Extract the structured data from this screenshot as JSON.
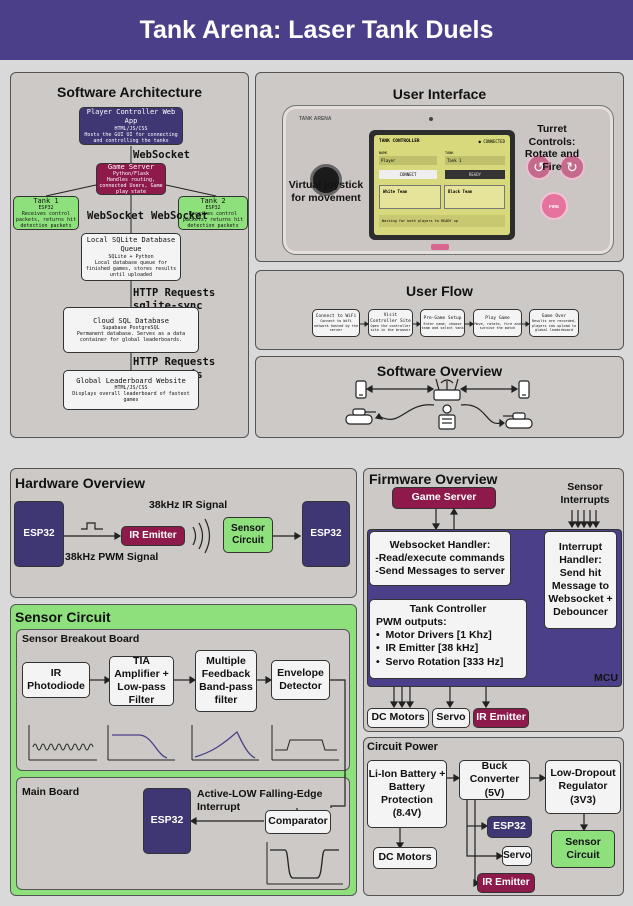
{
  "title": "Tank Arena:  Laser Tank Duels",
  "software_architecture": {
    "title": "Software Architecture",
    "player_app": {
      "name": "Player Controller Web App",
      "sub": "HTML/JS/CSS",
      "desc": "Hosts the GUI UI for connecting and controlling the tanks"
    },
    "websocket": "WebSocket",
    "game_server": {
      "name": "Game Server",
      "sub": "Python/Flask",
      "desc": "Handles routing, connected Users, Game play state"
    },
    "tank1": {
      "name": "Tank 1",
      "sub": "ESP32",
      "desc": "Receives control packets, returns hit detection packets"
    },
    "tank2": {
      "name": "Tank 2",
      "sub": "ESP32",
      "desc": "Receives control packets, returns hit detection packets"
    },
    "ws_left": "WebSocket",
    "ws_right": "WebSocket",
    "sqlite": {
      "name": "Local SQLite Database",
      "name2": "Queue",
      "sub": "SQLite + Python",
      "desc": "Local database queue for finished games, stores results until uploaded"
    },
    "http1": "HTTP Requests\nsqlite-sync",
    "cloud": {
      "name": "Cloud SQL Database",
      "sub": "Supabase PostgreSQL",
      "desc": "Permanent database. Serves as a data container for global leaderboards."
    },
    "http2": "HTTP Requests\nsupabase-js",
    "leaderboard": {
      "name": "Global Leaderboard Website",
      "sub": "HTML/JS/CSS",
      "desc": "Displays overall leaderboard of fastest games"
    }
  },
  "user_interface": {
    "title": "User Interface",
    "brand": "TANK ARENA",
    "screen_title": "TANK CONTROLLER",
    "screen_status": "● CONNECTED",
    "name_label": "NAME",
    "name_value": "Player",
    "tank_label": "TANK",
    "tank_value": "Tank 1",
    "connect": "CONNECT",
    "ready": "READY",
    "white_team": "White Team",
    "black_team": "Black Team",
    "status": "Waiting for both players to READY up",
    "joystick_label": "Virtual joystick for movement",
    "turret_label": "Turret Controls: Rotate and Fire",
    "fire": "FIRE"
  },
  "user_flow": {
    "title": "User Flow",
    "steps": [
      {
        "name": "Connect to WiFi",
        "desc": "Connect to WiFi network hosted by the server"
      },
      {
        "name": "Visit Controller Site",
        "desc": "Open the controller site in the browser"
      },
      {
        "name": "Pre-Game Setup",
        "desc": "Enter name, choose team and select tank"
      },
      {
        "name": "Play Game",
        "desc": "Move, rotate, fire and survive the match"
      },
      {
        "name": "Game Over",
        "desc": "Results are recorded, players can upload to global leaderboard"
      }
    ]
  },
  "software_overview": {
    "title": "Software Overview"
  },
  "hardware_overview": {
    "title": "Hardware Overview",
    "esp_left": "ESP32",
    "ir_emitter": "IR Emitter",
    "sensor_circuit": "Sensor Circuit",
    "esp_right": "ESP32",
    "ir_signal": "38kHz IR Signal",
    "pwm_signal": "38kHz PWM Signal"
  },
  "sensor_circuit": {
    "title": "Sensor Circuit",
    "breakout_title": "Sensor Breakout Board",
    "photodiode": "IR Photodiode",
    "tia": "TIA Amplifier + Low-pass Filter",
    "bandpass": "Multiple Feedback Band-pass filter",
    "envelope": "Envelope Detector",
    "main_board": "Main Board",
    "esp32": "ESP32",
    "interrupt": "Active-LOW Falling-Edge Interrupt",
    "comparator": "Comparator"
  },
  "firmware_overview": {
    "title": "Firmware Overview",
    "game_server": "Game Server",
    "sensor_interrupts": "Sensor Interrupts",
    "ws_handler": "Websocket Handler:\n-Read/execute commands\n-Send Messages to server",
    "int_handler": "Interrupt Handler: Send hit Message to Websocket + Debouncer",
    "tank_controller_title": "Tank Controller",
    "pwm_outputs": "PWM outputs:",
    "outputs": [
      "Motor Drivers [1 Khz]",
      "IR Emitter [38 kHz]",
      "Servo Rotation [333 Hz]"
    ],
    "mcu": "MCU",
    "dc_motors": "DC Motors",
    "servo": "Servo",
    "ir_emitter": "IR Emitter"
  },
  "circuit_power": {
    "title": "Circuit Power",
    "battery": "Li-Ion Battery + Battery Protection (8.4V)",
    "buck": "Buck Converter (5V)",
    "ldo": "Low-Dropout Regulator (3V3)",
    "esp32": "ESP32",
    "servo": "Servo",
    "ir_emitter": "IR Emitter",
    "dc_motors": "DC Motors",
    "sensor_circuit": "Sensor Circuit"
  }
}
